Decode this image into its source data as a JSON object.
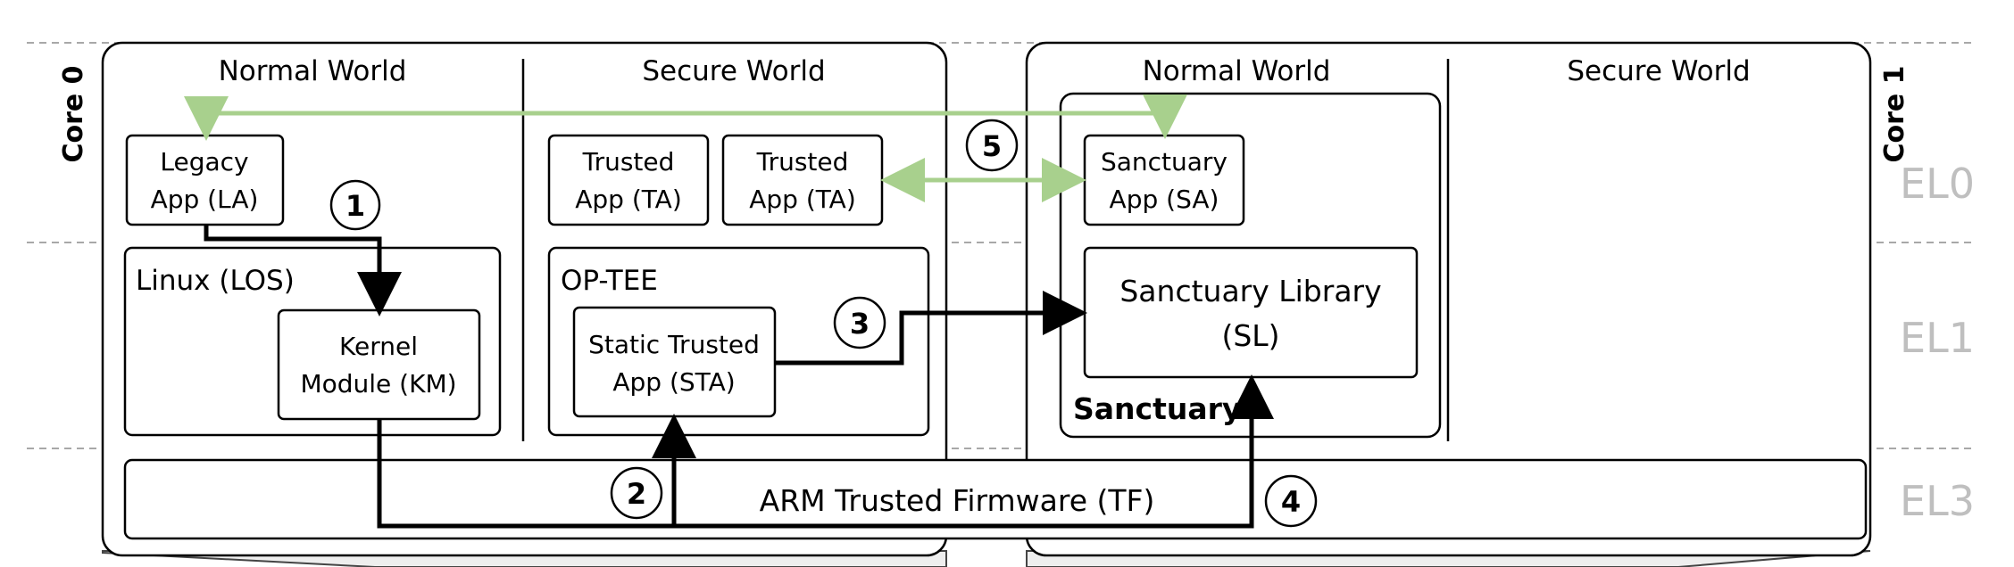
{
  "core0": {
    "label": "Core 0",
    "normal_world": "Normal World",
    "secure_world": "Secure World",
    "legacy_app": {
      "line1": "Legacy",
      "line2": "App (LA)"
    },
    "linux": "Linux (LOS)",
    "kernel_module": {
      "line1": "Kernel",
      "line2": "Module (KM)"
    },
    "trusted_app_1": {
      "line1": "Trusted",
      "line2": "App (TA)"
    },
    "trusted_app_2": {
      "line1": "Trusted",
      "line2": "App (TA)"
    },
    "optee": "OP-TEE",
    "static_trusted_app": {
      "line1": "Static Trusted",
      "line2": "App (STA)"
    }
  },
  "core1": {
    "label": "Core 1",
    "normal_world": "Normal World",
    "secure_world": "Secure World",
    "sanctuary_app": {
      "line1": "Sanctuary",
      "line2": "App (SA)"
    },
    "sanctuary_library": {
      "line1": "Sanctuary Library",
      "line2": "(SL)"
    },
    "sanctuary": "Sanctuary"
  },
  "firmware": "ARM Trusted Firmware (TF)",
  "levels": {
    "el0": "EL0",
    "el1": "EL1",
    "el3": "EL3"
  },
  "steps": [
    "1",
    "2",
    "3",
    "4",
    "5"
  ],
  "colors": {
    "black_flow": "#000000",
    "green_flow": "#a8d08d",
    "level_text": "#bfbfbf",
    "dash_line": "#8c8c8c",
    "shadow_fill": "#eeeeee"
  }
}
